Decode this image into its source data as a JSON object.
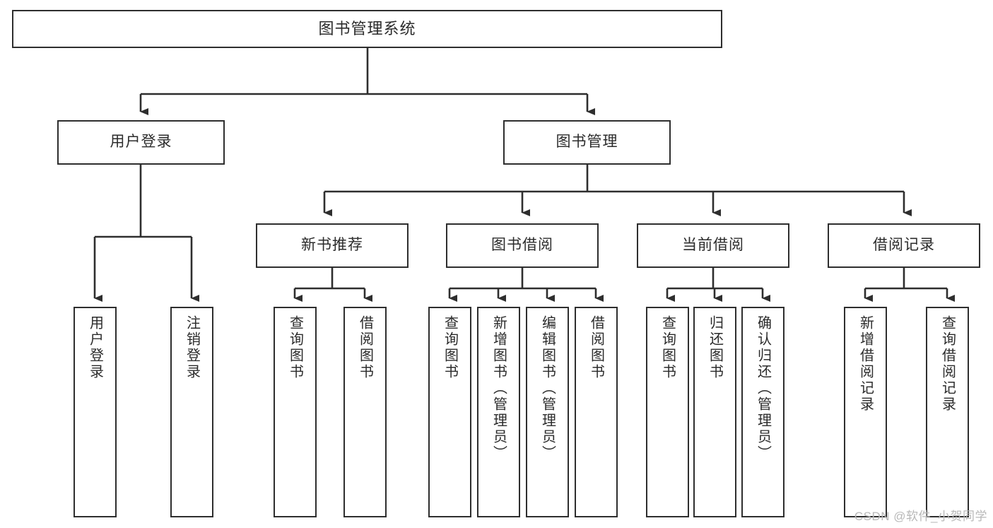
{
  "diagram": {
    "type": "tree",
    "title": "图书管理系统",
    "watermark": "CSDN @软件_小贺同学",
    "colors": {
      "stroke": "#2e2e2e",
      "fill": "#ffffff",
      "text": "#2b2b2b",
      "watermark": "#b8b8b8"
    },
    "nodes": {
      "root": {
        "label": "图书管理系统",
        "level": 0
      },
      "l1": [
        {
          "id": "user-login",
          "label": "用户登录",
          "level": 1
        },
        {
          "id": "book-manage",
          "label": "图书管理",
          "level": 1
        }
      ],
      "l2": [
        {
          "id": "new-book-recommend",
          "label": "新书推荐",
          "level": 2,
          "parent": "book-manage"
        },
        {
          "id": "book-borrow",
          "label": "图书借阅",
          "level": 2,
          "parent": "book-manage"
        },
        {
          "id": "current-borrow",
          "label": "当前借阅",
          "level": 2,
          "parent": "book-manage"
        },
        {
          "id": "borrow-record",
          "label": "借阅记录",
          "level": 2,
          "parent": "book-manage"
        }
      ],
      "leaves": [
        {
          "id": "leaf-user-login",
          "label": "用户登录",
          "parent": "user-login"
        },
        {
          "id": "leaf-user-logout",
          "label": "注销登录",
          "parent": "user-login"
        },
        {
          "id": "leaf-query-book-1",
          "label": "查询图书",
          "parent": "new-book-recommend"
        },
        {
          "id": "leaf-borrow-book-1",
          "label": "借阅图书",
          "parent": "new-book-recommend"
        },
        {
          "id": "leaf-query-book-2",
          "label": "查询图书",
          "parent": "book-borrow"
        },
        {
          "id": "leaf-add-book",
          "label": "新增图书（管理员）",
          "parent": "book-borrow"
        },
        {
          "id": "leaf-edit-book",
          "label": "编辑图书（管理员）",
          "parent": "book-borrow"
        },
        {
          "id": "leaf-borrow-book-2",
          "label": "借阅图书",
          "parent": "book-borrow"
        },
        {
          "id": "leaf-query-book-3",
          "label": "查询图书",
          "parent": "current-borrow"
        },
        {
          "id": "leaf-return-book",
          "label": "归还图书",
          "parent": "current-borrow"
        },
        {
          "id": "leaf-confirm-return",
          "label": "确认归还（管理员）",
          "parent": "current-borrow"
        },
        {
          "id": "leaf-add-record",
          "label": "新增借阅记录",
          "parent": "borrow-record"
        },
        {
          "id": "leaf-query-record",
          "label": "查询借阅记录",
          "parent": "borrow-record"
        }
      ]
    }
  }
}
